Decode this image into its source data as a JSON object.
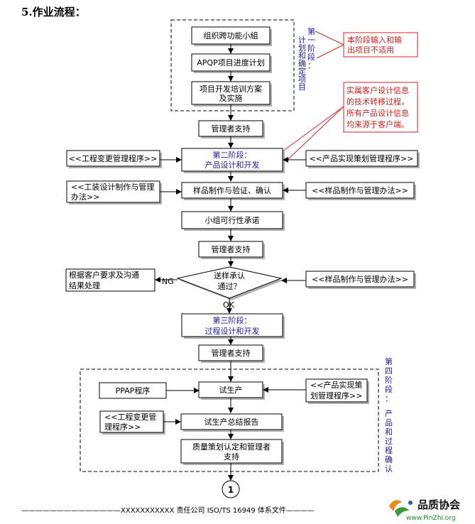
{
  "title": "5.作业流程：",
  "stage1_boxes": [
    "组织跨功能小組",
    "APQP项目进度计划",
    "项目开发培训方案",
    "及实施"
  ],
  "stage1_label": [
    "计",
    "划",
    "和",
    "确",
    "定",
    "项",
    "目"
  ],
  "stage1_label2": [
    "第",
    "一",
    "阶",
    "段",
    "："
  ],
  "note1": [
    "本阶段输入和输",
    "出项目不适用"
  ],
  "note2": [
    "实属客户设计信息",
    "的技术转移过程，",
    "所有产品设计信息",
    "均来源于客户端。"
  ],
  "mgmt_support": "管理者支持",
  "stage2": [
    "第二阶段：",
    "产品设计和开发"
  ],
  "eng_change": "<<工程变更管理程序>>",
  "product_plan": "<<产品实现策划管理程序>>",
  "tooling": [
    "<<工装设计制作与管理",
    "办法>>"
  ],
  "sample_make": "样品制作与验证、确认",
  "sample_mgmt": "<<样品制作与管理办法>>",
  "feasibility": "小组可行性承诺",
  "decision": [
    "送样承认",
    "通过？"
  ],
  "ng_label": "NG",
  "ok_label": "OK",
  "customer_handle": [
    "根据客户要求及沟通",
    "结果处理"
  ],
  "stage3": [
    "第三阶段：",
    "过程设计和开发"
  ],
  "ppap": "PPAP程序",
  "trial": "试生产",
  "product_plan2": [
    "<<产品实现策",
    "划管理程序>>"
  ],
  "eng_change2": [
    "<<工程变更管",
    "理程序>>"
  ],
  "trial_report": "试生产总结报告",
  "quality_plan": [
    "质量策划认定和管理者",
    "支持"
  ],
  "stage4_label": [
    "第",
    "四",
    "阶",
    "段",
    "：",
    "产",
    "品",
    "和",
    "过",
    "程",
    "确",
    "认"
  ],
  "connector": "1",
  "footer": "——————————————XXXXXXXXXXX 责任公司 ISO/TS 16949 体系文件————",
  "logo_text": "品质协会",
  "logo_url": "www.PinZhi.org"
}
